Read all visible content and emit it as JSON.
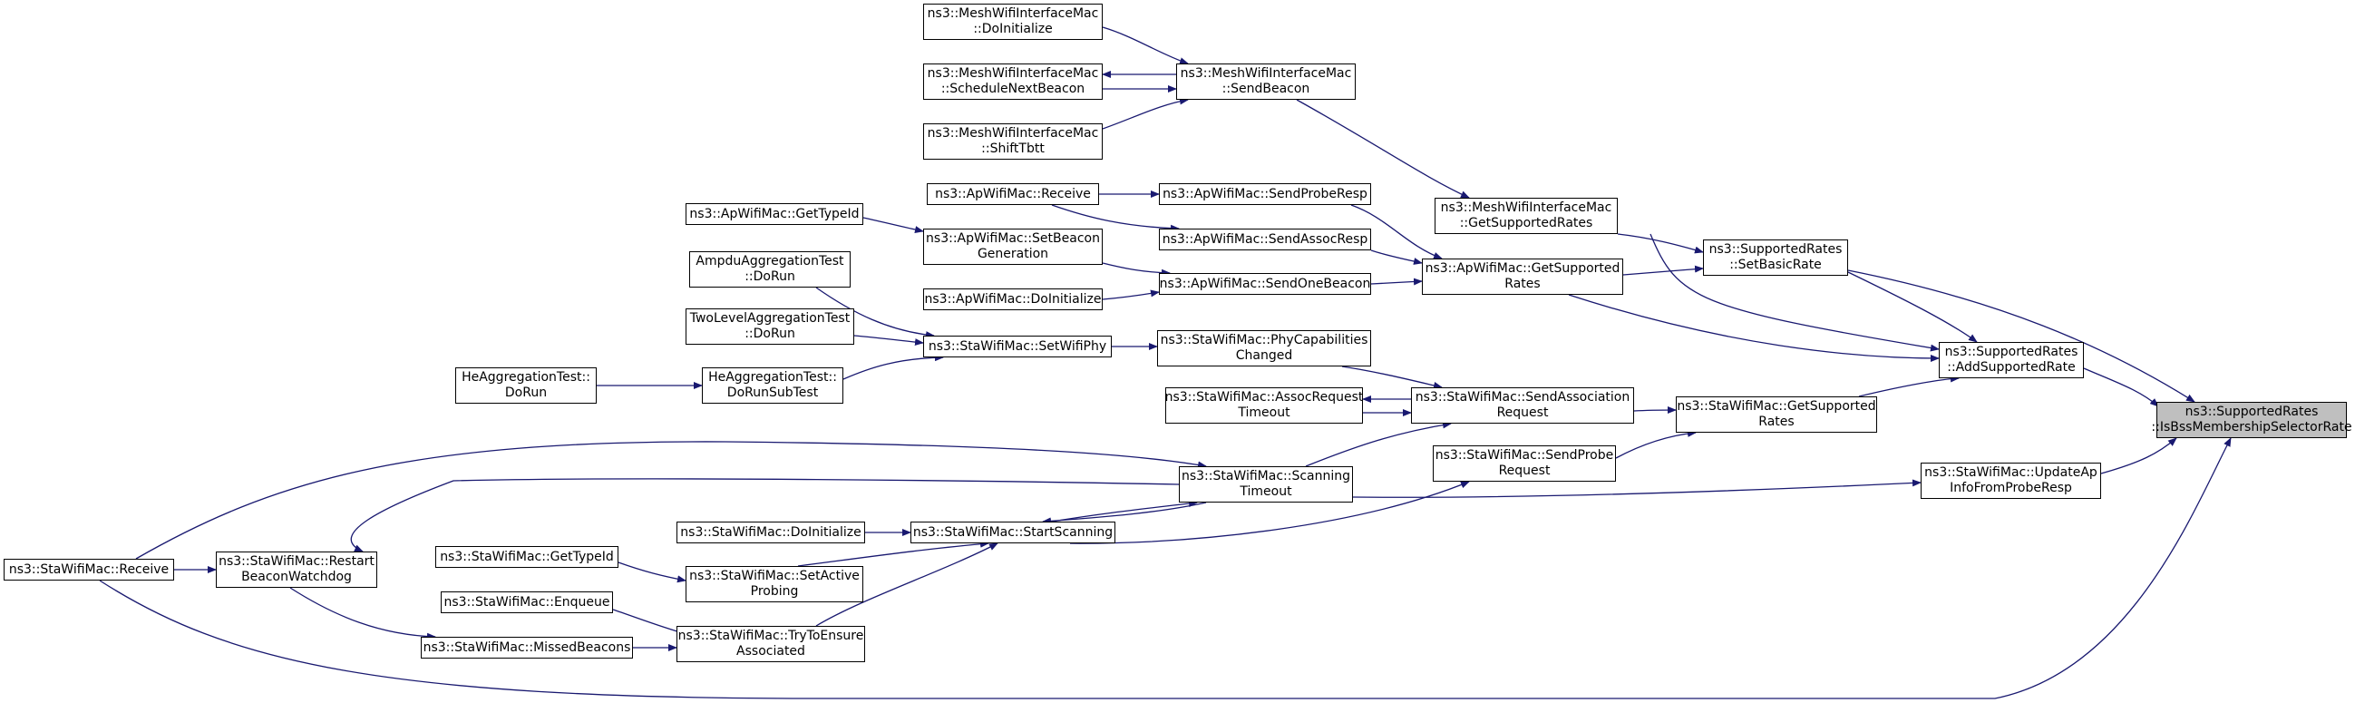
{
  "graph": {
    "title": "ns3::SupportedRates::IsBssMembershipSelectorRate caller graph",
    "edge_color": "#191970",
    "root_fill": "#bfbfbf",
    "nodes": {
      "sr_isbss": {
        "line1": "ns3::SupportedRates",
        "line2": "::IsBssMembershipSelectorRate"
      },
      "sr_setbasic": {
        "line1": "ns3::SupportedRates",
        "line2": "::SetBasicRate"
      },
      "sr_addsup": {
        "line1": "ns3::SupportedRates",
        "line2": "::AddSupportedRate"
      },
      "sta_updateap": {
        "line1": "ns3::StaWifiMac::UpdateAp",
        "line2": "InfoFromProbeResp"
      },
      "mesh_getsup": {
        "line1": "ns3::MeshWifiInterfaceMac",
        "line2": "::GetSupportedRates"
      },
      "ap_getsup": {
        "line1": "ns3::ApWifiMac::GetSupported",
        "line2": "Rates"
      },
      "sta_getsup": {
        "line1": "ns3::StaWifiMac::GetSupported",
        "line2": "Rates"
      },
      "mesh_sendbeacon": {
        "line1": "ns3::MeshWifiInterfaceMac",
        "line2": "::SendBeacon"
      },
      "mesh_doinit": {
        "line1": "ns3::MeshWifiInterfaceMac",
        "line2": "::DoInitialize"
      },
      "mesh_schednext": {
        "line1": "ns3::MeshWifiInterfaceMac",
        "line2": "::ScheduleNextBeacon"
      },
      "mesh_shifttbtt": {
        "line1": "ns3::MeshWifiInterfaceMac",
        "line2": "::ShiftTbtt"
      },
      "ap_sendprobe": {
        "line1": "ns3::ApWifiMac::SendProbeResp"
      },
      "ap_sendassoc": {
        "line1": "ns3::ApWifiMac::SendAssocResp"
      },
      "ap_sendone": {
        "line1": "ns3::ApWifiMac::SendOneBeacon"
      },
      "ap_receive": {
        "line1": "ns3::ApWifiMac::Receive"
      },
      "ap_setbeacon": {
        "line1": "ns3::ApWifiMac::SetBeacon",
        "line2": "Generation"
      },
      "ap_gettypeid": {
        "line1": "ns3::ApWifiMac::GetTypeId"
      },
      "ap_doinit": {
        "line1": "ns3::ApWifiMac::DoInitialize"
      },
      "sta_phycap": {
        "line1": "ns3::StaWifiMac::PhyCapabilities",
        "line2": "Changed"
      },
      "sta_sendassoc": {
        "line1": "ns3::StaWifiMac::SendAssociation",
        "line2": "Request"
      },
      "sta_assocto": {
        "line1": "ns3::StaWifiMac::AssocRequest",
        "line2": "Timeout"
      },
      "sta_sendprobe": {
        "line1": "ns3::StaWifiMac::SendProbe",
        "line2": "Request"
      },
      "sta_setwifiphy": {
        "line1": "ns3::StaWifiMac::SetWifiPhy"
      },
      "sta_scanto": {
        "line1": "ns3::StaWifiMac::Scanning",
        "line2": "Timeout"
      },
      "sta_startscan": {
        "line1": "ns3::StaWifiMac::StartScanning"
      },
      "sta_doinit": {
        "line1": "ns3::StaWifiMac::DoInitialize"
      },
      "sta_setactive": {
        "line1": "ns3::StaWifiMac::SetActive",
        "line2": "Probing"
      },
      "sta_gettypeid": {
        "line1": "ns3::StaWifiMac::GetTypeId"
      },
      "sta_enqueue": {
        "line1": "ns3::StaWifiMac::Enqueue"
      },
      "sta_missed": {
        "line1": "ns3::StaWifiMac::MissedBeacons"
      },
      "sta_tryensure": {
        "line1": "ns3::StaWifiMac::TryToEnsure",
        "line2": "Associated"
      },
      "sta_restart": {
        "line1": "ns3::StaWifiMac::Restart",
        "line2": "BeaconWatchdog"
      },
      "sta_receive": {
        "line1": "ns3::StaWifiMac::Receive"
      },
      "ampdu_dorun": {
        "line1": "AmpduAggregationTest",
        "line2": "::DoRun"
      },
      "twolevel_dorun": {
        "line1": "TwoLevelAggregationTest",
        "line2": "::DoRun"
      },
      "he_dorun": {
        "line1": "HeAggregationTest::",
        "line2": "DoRun"
      },
      "he_dorunsub": {
        "line1": "HeAggregationTest::",
        "line2": "DoRunSubTest"
      }
    }
  }
}
